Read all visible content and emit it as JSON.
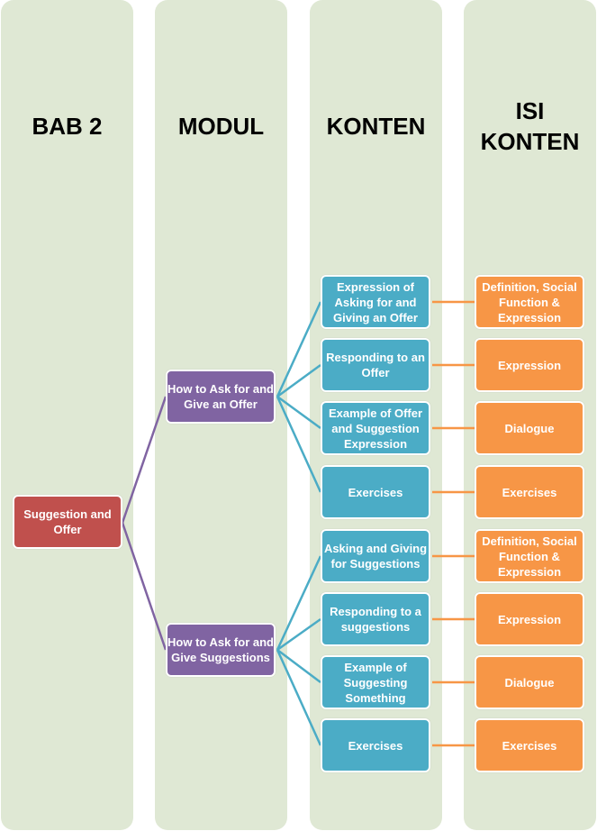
{
  "columns": {
    "bab": "BAB 2",
    "modul": "MODUL",
    "konten": "KONTEN",
    "isi": "ISI KONTEN"
  },
  "colors": {
    "column_bg": "#dfe8d4",
    "bab": "#c0504d",
    "modul": "#8064a2",
    "konten": "#4bacc6",
    "isi": "#f79646"
  },
  "bab": "Suggestion and Offer",
  "modules": [
    {
      "label": "How to Ask for and Give an Offer",
      "items": [
        {
          "konten": "Expression of Asking for and Giving an Offer",
          "isi": "Definition, Social Function & Expression"
        },
        {
          "konten": "Responding to an Offer",
          "isi": "Expression"
        },
        {
          "konten": "Example of Offer and Suggestion Expression",
          "isi": "Dialogue"
        },
        {
          "konten": "Exercises",
          "isi": "Exercises"
        }
      ]
    },
    {
      "label": "How to Ask for and Give Suggestions",
      "items": [
        {
          "konten": "Asking and Giving for Suggestions",
          "isi": "Definition, Social Function & Expression"
        },
        {
          "konten": "Responding to a suggestions",
          "isi": "Expression"
        },
        {
          "konten": "Example of Suggesting Something",
          "isi": "Dialogue"
        },
        {
          "konten": "Exercises",
          "isi": "Exercises"
        }
      ]
    }
  ]
}
